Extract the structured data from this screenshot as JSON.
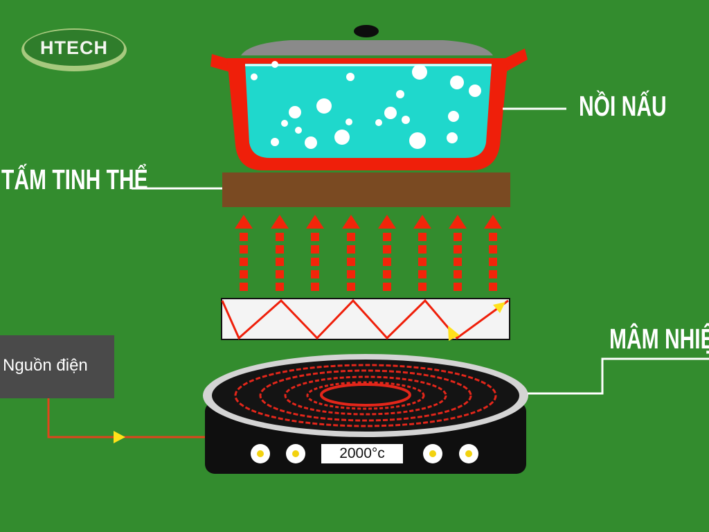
{
  "logo": {
    "text": "HTECH"
  },
  "labels": {
    "pot": "NỒI NẤU",
    "crystal_plate": "TẤM TINH THỂ",
    "heat_tray": "MÂM NHIỆT"
  },
  "power_source": {
    "label": "Nguồn điện"
  },
  "stove": {
    "temperature_display": "2000°c"
  },
  "colors": {
    "background": "#338c2e",
    "pot_body": "#ef1f0a",
    "water": "#1fd8cc",
    "crystal_plate": "#7a4a22",
    "heat_arrows": "#f2250a",
    "wire": "#e0451c",
    "flow_arrow": "#ffe21a"
  }
}
